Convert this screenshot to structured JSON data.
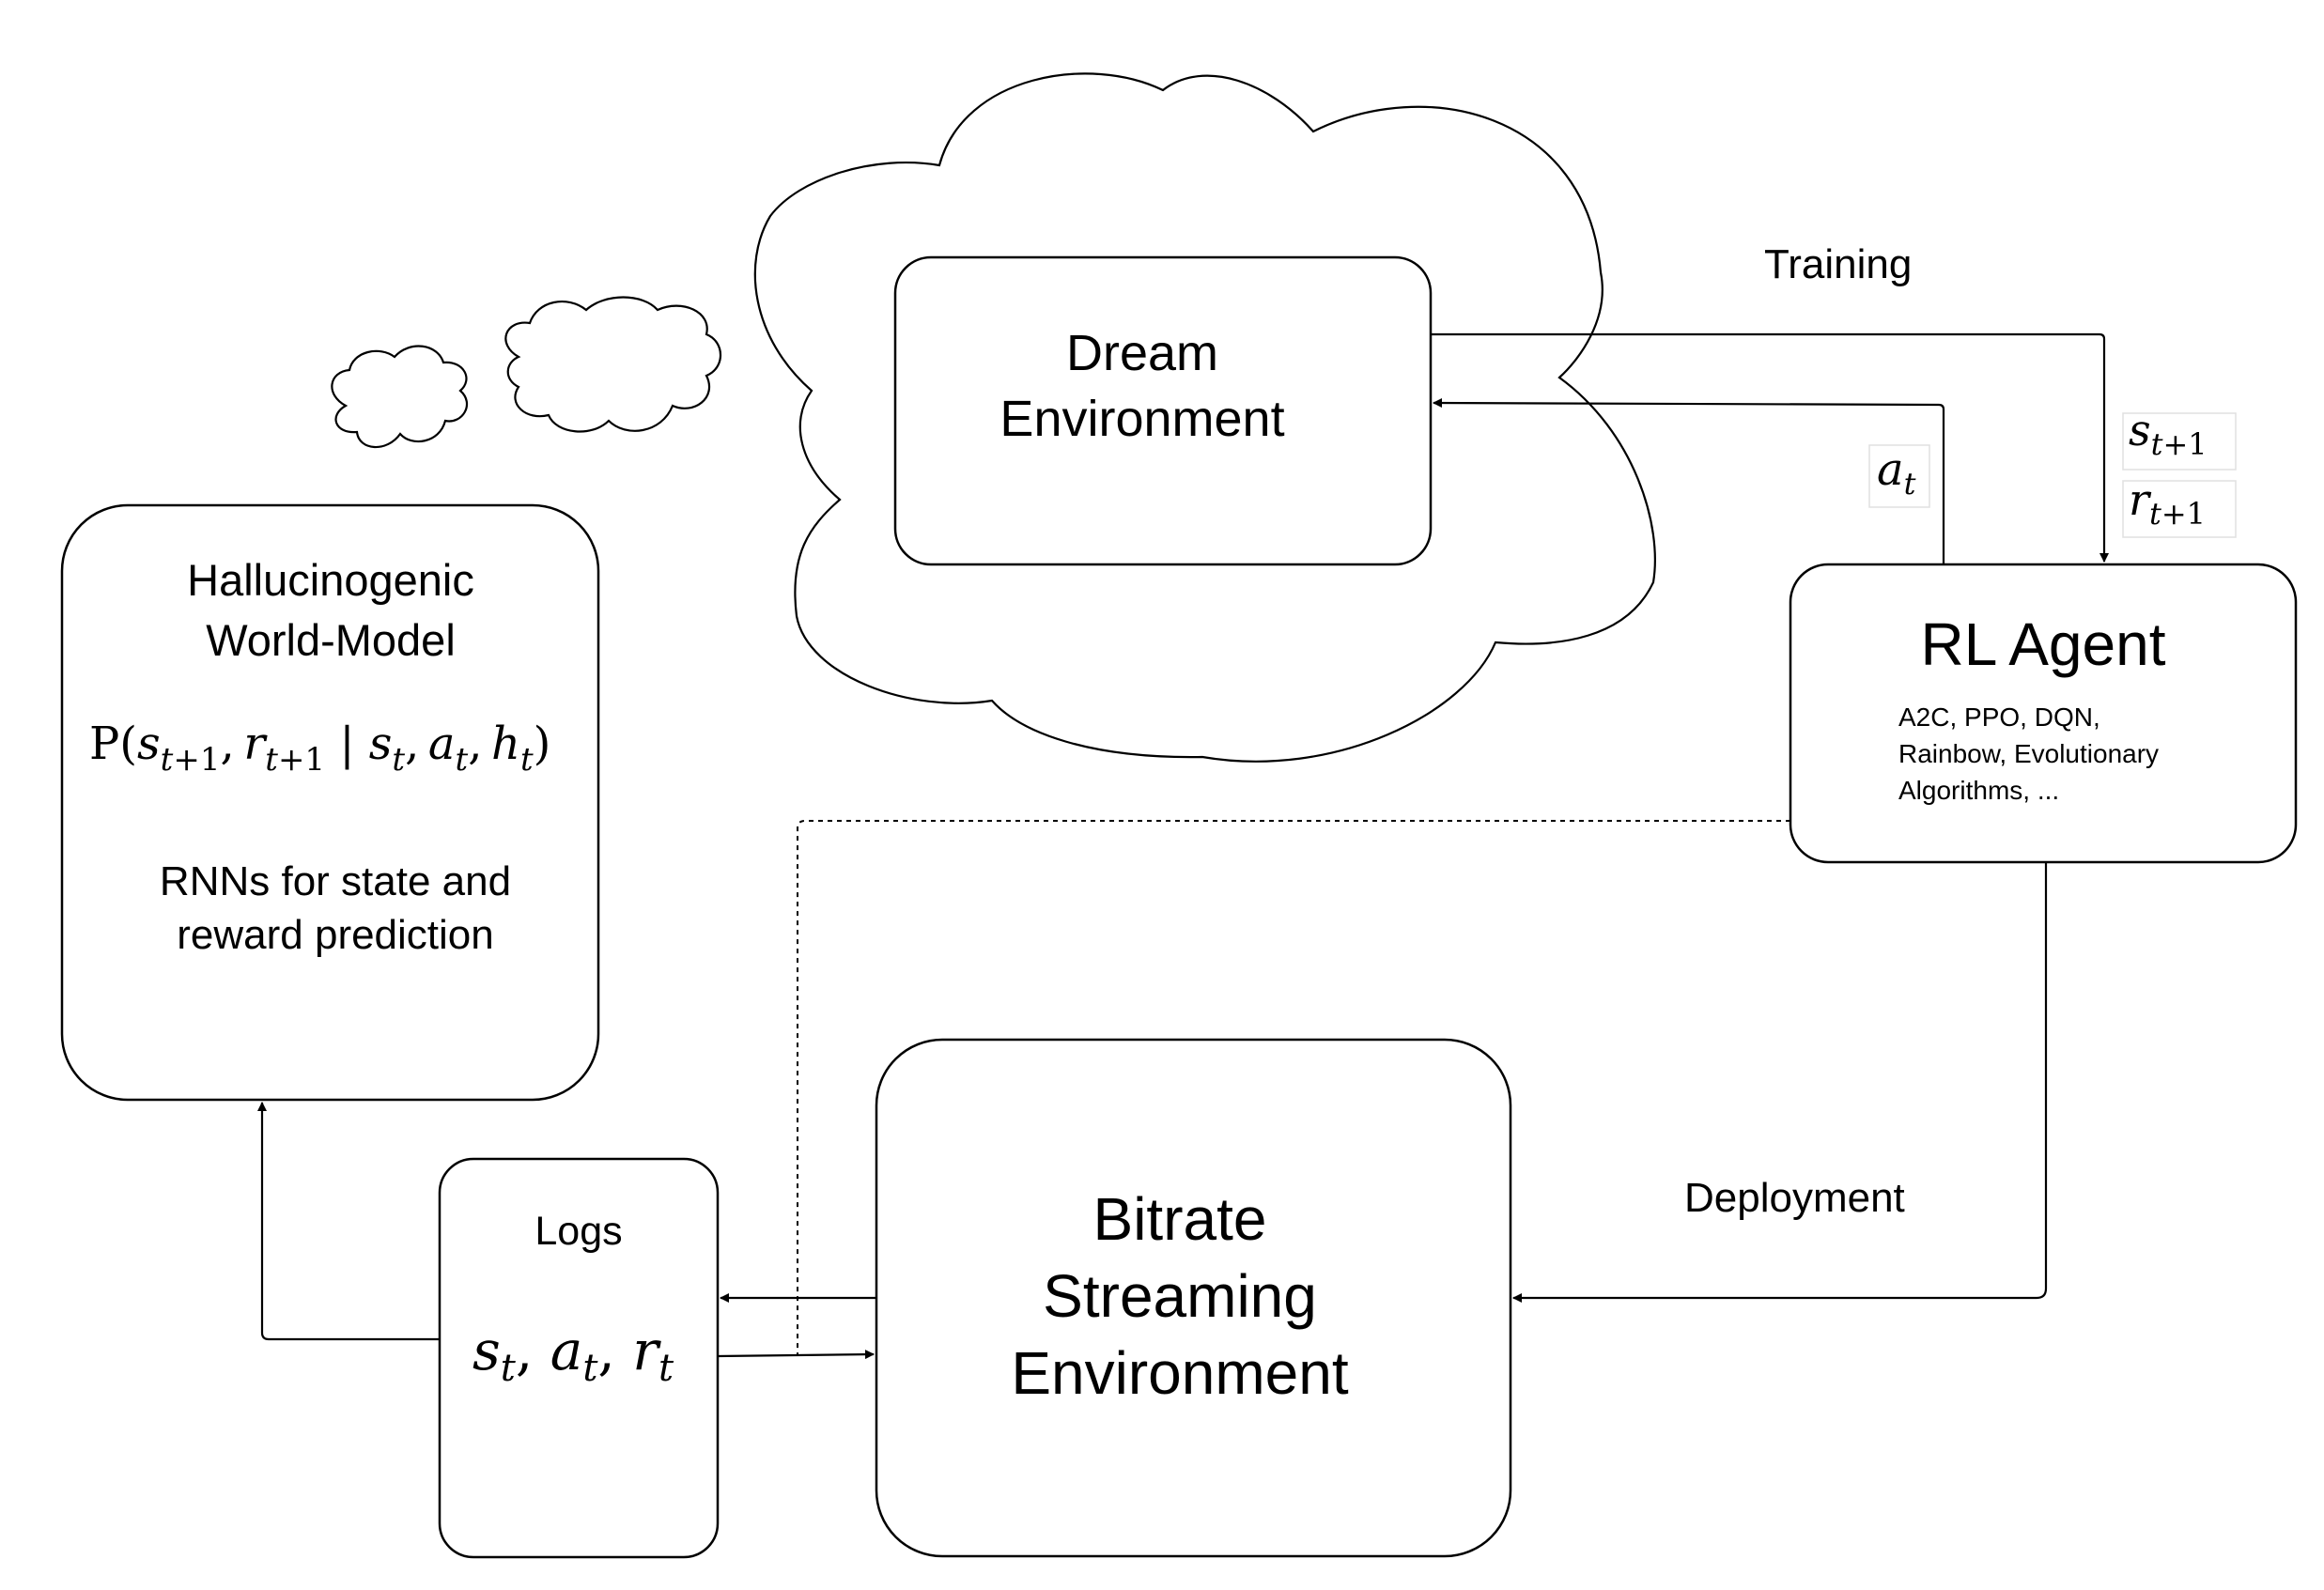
{
  "nodes": {
    "dream_env": {
      "line1": "Dream",
      "line2": "Environment"
    },
    "world_model": {
      "title1": "Hallucinogenic",
      "title2": "World-Model",
      "formula": "P(s_{t+1}, r_{t+1} | s_t, a_t, h_t)",
      "desc1": "RNNs for state and",
      "desc2": "reward prediction"
    },
    "rl_agent": {
      "title": "RL Agent",
      "algo1": "A2C, PPO, DQN,",
      "algo2": "Rainbow, Evolutionary",
      "algo3": "Algorithms, ..."
    },
    "logs": {
      "title": "Logs",
      "vars": "s_t, a_t, r_t"
    },
    "bitrate_env": {
      "line1": "Bitrate",
      "line2": "Streaming",
      "line3": "Environment"
    }
  },
  "edge_labels": {
    "training": "Training",
    "deployment": "Deployment",
    "action": "a_t",
    "next_state": "s_{t+1}",
    "next_reward": "r_{t+1}"
  },
  "edges": [
    {
      "from": "dream_env",
      "to": "rl_agent",
      "style": "solid",
      "label": "Training"
    },
    {
      "from": "rl_agent",
      "to": "dream_env",
      "style": "solid",
      "label": "a_t"
    },
    {
      "from": "rl_agent",
      "to": "bitrate_env",
      "style": "solid",
      "label": "Deployment"
    },
    {
      "from": "bitrate_env",
      "to": "logs",
      "style": "solid"
    },
    {
      "from": "logs",
      "to": "bitrate_env",
      "style": "solid"
    },
    {
      "from": "logs",
      "to": "world_model",
      "style": "solid"
    },
    {
      "from": "rl_agent",
      "to": "logs",
      "style": "dashed"
    }
  ]
}
